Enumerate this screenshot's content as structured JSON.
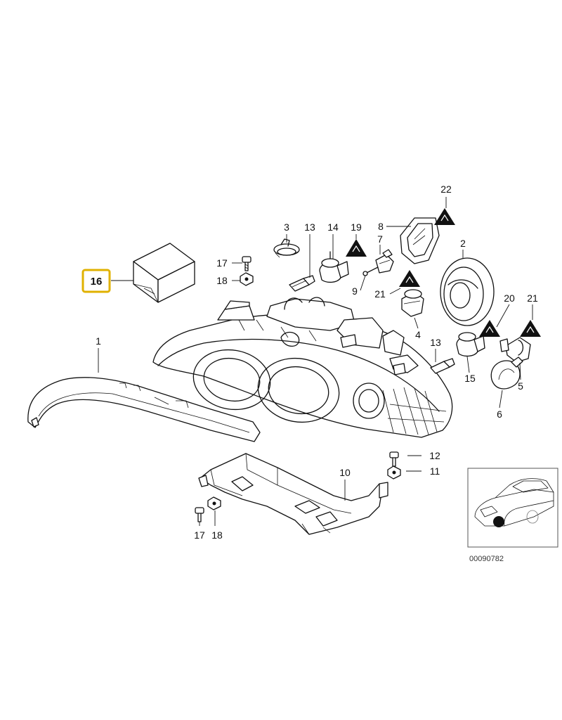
{
  "callouts": [
    {
      "id": "c1",
      "label": "1"
    },
    {
      "id": "c2",
      "label": "2"
    },
    {
      "id": "c3",
      "label": "3"
    },
    {
      "id": "c4",
      "label": "4"
    },
    {
      "id": "c5",
      "label": "5"
    },
    {
      "id": "c6",
      "label": "6"
    },
    {
      "id": "c7",
      "label": "7"
    },
    {
      "id": "c8",
      "label": "8"
    },
    {
      "id": "c9",
      "label": "9"
    },
    {
      "id": "c10",
      "label": "10"
    },
    {
      "id": "c11",
      "label": "11"
    },
    {
      "id": "c12",
      "label": "12"
    },
    {
      "id": "c13a",
      "label": "13"
    },
    {
      "id": "c13b",
      "label": "13"
    },
    {
      "id": "c14",
      "label": "14"
    },
    {
      "id": "c15",
      "label": "15"
    },
    {
      "id": "c16",
      "label": "16"
    },
    {
      "id": "c17a",
      "label": "17"
    },
    {
      "id": "c17b",
      "label": "17"
    },
    {
      "id": "c18a",
      "label": "18"
    },
    {
      "id": "c18b",
      "label": "18"
    },
    {
      "id": "c19",
      "label": "19"
    },
    {
      "id": "c20",
      "label": "20"
    },
    {
      "id": "c21a",
      "label": "21"
    },
    {
      "id": "c21b",
      "label": "21"
    },
    {
      "id": "c22",
      "label": "22"
    }
  ],
  "highlighted_callout": "16",
  "highlight_color": "#e0b100",
  "reference_number": "00090782"
}
